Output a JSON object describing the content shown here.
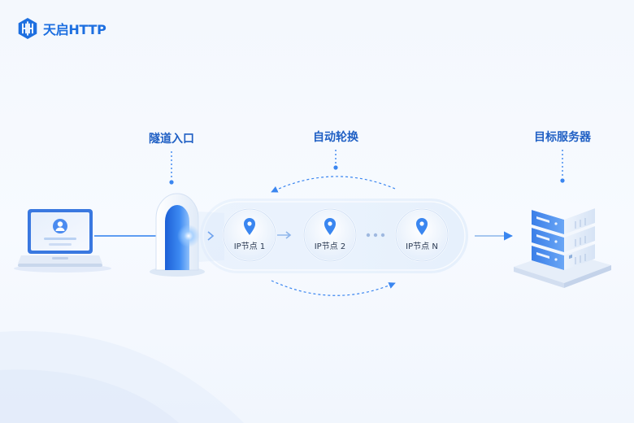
{
  "brand": {
    "name": "天启HTTP"
  },
  "labels": {
    "tunnel_entrance": "隧道入口",
    "auto_rotation": "自动轮换",
    "target_server": "目标服务器"
  },
  "nodes": [
    {
      "label": "IP节点 1"
    },
    {
      "label": "IP节点 2"
    },
    {
      "label": "IP节点 N"
    }
  ],
  "ellipsis": "···",
  "colors": {
    "brand": "#1d6fe0",
    "label": "#1f5fc4",
    "accent": "#3a86f0",
    "track": "#e6f0fc"
  }
}
